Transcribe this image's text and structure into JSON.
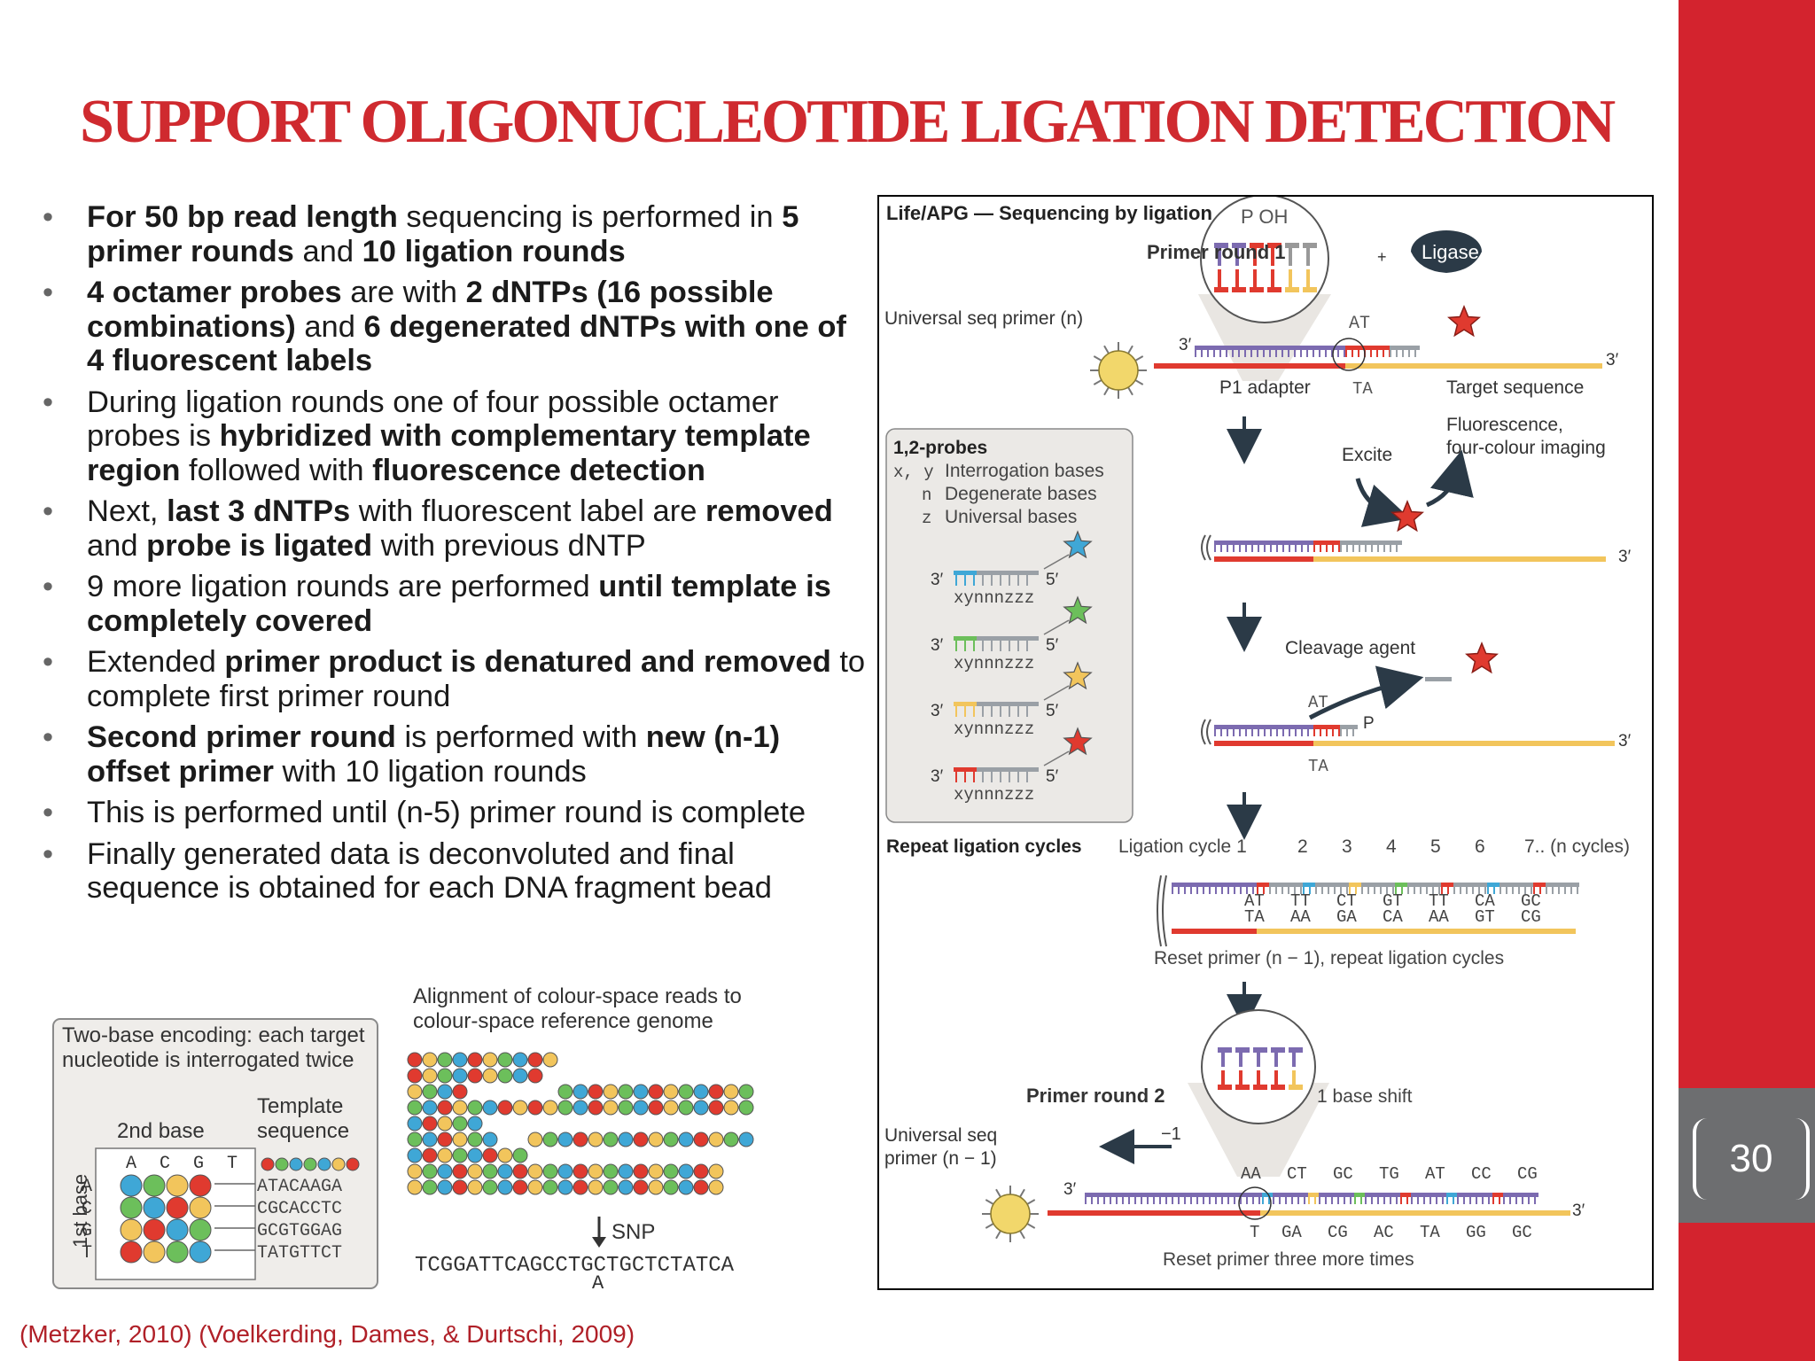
{
  "slide": {
    "title": "SUPPORT OLIGONUCLEOTIDE LIGATION DETECTION",
    "page_number": "30",
    "citation": "(Metzker, 2010) (Voelkerding, Dames, & Durtschi, 2009)"
  },
  "bullets": [
    {
      "b1": "For 50 bp read length",
      "t1": " sequencing is performed in ",
      "b2": "5 primer rounds",
      "t2": " and ",
      "b3": "10 ligation rounds"
    },
    {
      "b1": "4 octamer probes",
      "t1": " are with ",
      "b2": "2 dNTPs (16 possible combinations)",
      "t2": " and ",
      "b3": "6 degenerated dNTPs with one of 4 fluorescent labels"
    },
    {
      "t1": "During ligation rounds one of four possible octamer probes is ",
      "b1": "hybridized with complementary template region",
      "t2": " followed with ",
      "b2": "fluorescence detection"
    },
    {
      "t1": "Next, ",
      "b1": "last 3 dNTPs",
      "t2": " with fluorescent label are ",
      "b2": "removed",
      "t3": " and ",
      "b3": "probe is ligated",
      "t4": " with previous dNTP"
    },
    {
      "t1": "9 more ligation rounds are performed ",
      "b1": "until template is completely covered"
    },
    {
      "t1": "Extended ",
      "b1": "primer product is denatured and removed",
      "t2": " to complete first primer round"
    },
    {
      "b1": "Second primer round",
      "t1": " is performed with ",
      "b2": "new (n-1) offset primer",
      "t2": " with 10 ligation rounds"
    },
    {
      "t1": "This is performed until (n-5) primer round is complete"
    },
    {
      "t1": "Finally generated data is deconvoluted and final sequence is obtained for each DNA fragment bead"
    }
  ],
  "figure_left": {
    "encoding_title_1": "Two-base encoding: each target",
    "encoding_title_2": "nucleotide is interrogated twice",
    "template_label_1": "Template",
    "template_label_2": "sequence",
    "second_base": "2nd base",
    "first_base": "1st base",
    "bases": [
      "A",
      "C",
      "G",
      "T"
    ],
    "templates": [
      "ATACAAGA",
      "CGCACCTC",
      "GCGTGGAG",
      "TATGTTCT"
    ],
    "alignment_title_1": "Alignment of colour-space reads to",
    "alignment_title_2": "colour-space reference genome",
    "snp_label": "SNP",
    "reference_sequence": "TCGGATTCAGCCTGCTGCTCTATCA",
    "snp_base": "A"
  },
  "figure_right": {
    "header": "Life/APG — Sequencing by ligation",
    "poh": "P OH",
    "primer_round_1": "Primer round 1",
    "ligase": "Ligase",
    "universal_primer": "Universal seq primer (n)",
    "three_prime": "3′",
    "five_prime": "5′",
    "at_label": "AT",
    "ta_label": "TA",
    "p1_adapter": "P1 adapter",
    "target_sequence": "Target sequence",
    "probes_title": "1,2-probes",
    "probes_legend": [
      {
        "code": "x, y",
        "text": "Interrogation bases"
      },
      {
        "code": "n",
        "text": "Degenerate bases"
      },
      {
        "code": "z",
        "text": "Universal bases"
      }
    ],
    "probe_seq": "xynnnzzz",
    "excite": "Excite",
    "fluorescence_1": "Fluorescence,",
    "fluorescence_2": "four-colour imaging",
    "cleavage_agent": "Cleavage agent",
    "p_label": "P",
    "repeat_cycles": "Repeat ligation cycles",
    "ligation_cycle": "Ligation cycle 1",
    "cycle_numbers": [
      "2",
      "3",
      "4",
      "5",
      "6",
      "7.. (n cycles)"
    ],
    "cycle_top": [
      "AT",
      "TT",
      "CT",
      "GT",
      "TT",
      "CA",
      "GC"
    ],
    "cycle_bottom": [
      "TA",
      "AA",
      "GA",
      "CA",
      "AA",
      "GT",
      "CG"
    ],
    "reset_primer": "Reset primer (n − 1), repeat ligation cycles",
    "primer_round_2": "Primer round 2",
    "base_shift": "1 base shift",
    "universal_primer2_1": "Universal seq",
    "universal_primer2_2": "primer (n − 1)",
    "minus_one": "−1",
    "round2_top": [
      "AA",
      "CT",
      "GC",
      "TG",
      "AT",
      "CC",
      "CG"
    ],
    "round2_bottom": [
      "T",
      "GA",
      "CG",
      "AC",
      "TA",
      "GG",
      "GC"
    ],
    "reset_three": "Reset primer three more times"
  },
  "colors": {
    "accent_red": "#d3232e",
    "title_red": "#cf2a2f",
    "page_box_gray": "#6d6e70",
    "probe_blue": "#3fa7d6",
    "probe_green": "#6cbf5b",
    "probe_yellow": "#f2c55c",
    "probe_red": "#e03a2f",
    "primer_purple": "#7c6bb0"
  }
}
